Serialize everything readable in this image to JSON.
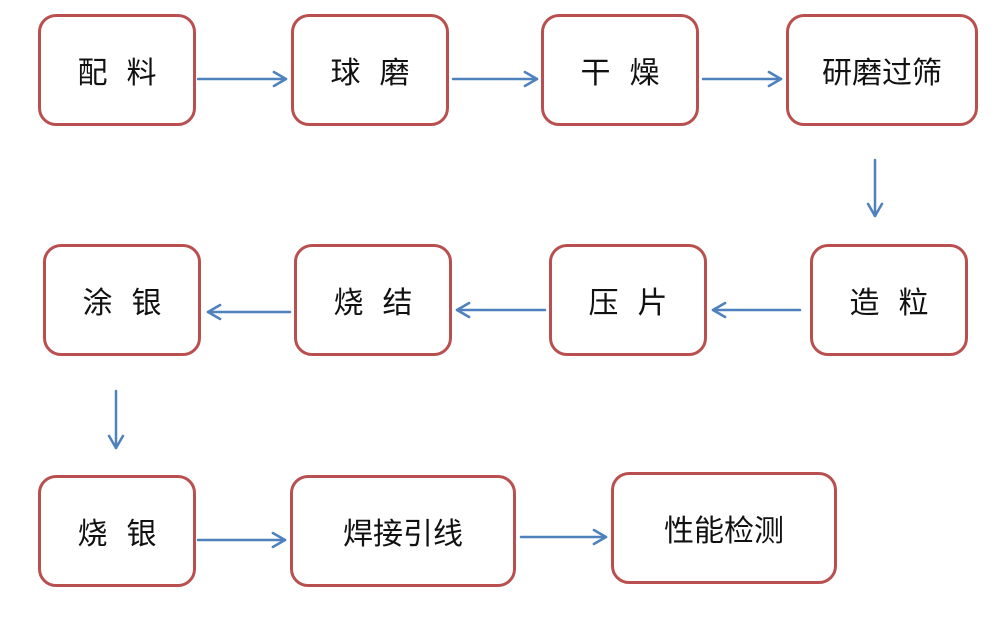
{
  "style": {
    "node_border_color": "#b9504f",
    "arrow_color": "#4f81bd",
    "text_color": "#111111"
  },
  "nodes": [
    {
      "id": "n1",
      "label": "配  料"
    },
    {
      "id": "n2",
      "label": "球  磨"
    },
    {
      "id": "n3",
      "label": "干  燥"
    },
    {
      "id": "n4",
      "label": "研磨过筛"
    },
    {
      "id": "n5",
      "label": "造  粒"
    },
    {
      "id": "n6",
      "label": "压  片"
    },
    {
      "id": "n7",
      "label": "烧  结"
    },
    {
      "id": "n8",
      "label": "涂  银"
    },
    {
      "id": "n9",
      "label": "烧  银"
    },
    {
      "id": "n10",
      "label": "焊接引线"
    },
    {
      "id": "n11",
      "label": "性能检测"
    }
  ],
  "edges": [
    {
      "from": "n1",
      "to": "n2"
    },
    {
      "from": "n2",
      "to": "n3"
    },
    {
      "from": "n3",
      "to": "n4"
    },
    {
      "from": "n4",
      "to": "n5"
    },
    {
      "from": "n5",
      "to": "n6"
    },
    {
      "from": "n6",
      "to": "n7"
    },
    {
      "from": "n7",
      "to": "n8"
    },
    {
      "from": "n8",
      "to": "n9"
    },
    {
      "from": "n9",
      "to": "n10"
    },
    {
      "from": "n10",
      "to": "n11"
    }
  ]
}
